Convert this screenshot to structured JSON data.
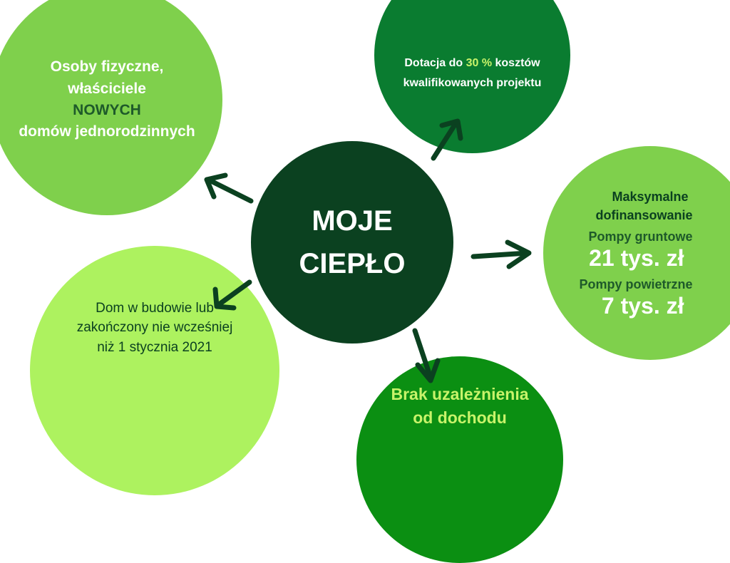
{
  "colors": {
    "light_green": "#7fd04c",
    "dark_green": "#0b4120",
    "mid_green": "#0a7c30",
    "lime": "#adf25f",
    "bright_green": "#0b8f12",
    "accent_yellow": "#c8f36a",
    "text_dark": "#1e5a2a"
  },
  "center": {
    "line1": "MOJE",
    "line2": "CIEPŁO"
  },
  "top_left": {
    "line1": "Osoby fizyczne,",
    "line2": "właściciele",
    "line3": "NOWYCH",
    "line4": "domów jednorodzinnych"
  },
  "top": {
    "prefix": "Dotacja do ",
    "percent": "30 %",
    "suffix": " kosztów",
    "line2": "kwalifikowanych projektu"
  },
  "right": {
    "heading1": "Maksymalne",
    "heading2": "dofinansowanie",
    "label1": "Pompy gruntowe",
    "value1": "21 tys. zł",
    "label2": "Pompy powietrzne",
    "value2": "7 tys. zł"
  },
  "bottom_left": {
    "line1": "Dom w budowie lub",
    "line2": "zakończony nie wcześniej",
    "line3": "niż 1 stycznia 2021"
  },
  "bottom": {
    "line1": "Brak uzależnienia",
    "line2": "od dochodu"
  }
}
